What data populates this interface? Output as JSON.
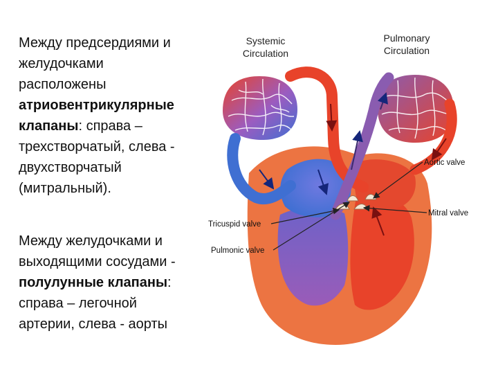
{
  "text": {
    "p1_line1": "Между предсердиями и",
    "p1_line2": "желудочками",
    "p1_line3": "расположены",
    "p1_line4_bold": "атриовентрикулярные",
    "p1_line5_bold": "клапаны",
    "p1_line5_rest": ": справа –",
    "p1_line6": "трехстворчатый, слева -",
    "p1_line7": "двухстворчатый",
    "p1_line8": "(митральный).",
    "p2_line1": "Между желудочками и",
    "p2_line2": "выходящими сосудами -",
    "p2_line3_bold": "полулунные клапаны",
    "p2_line3_rest": ":",
    "p2_line4": "справа – легочной",
    "p2_line5": "артерии, слева - аорты"
  },
  "diagram": {
    "systemic_line1": "Systemic",
    "systemic_line2": "Circulation",
    "pulmonary_line1": "Pulmonary",
    "pulmonary_line2": "Circulation",
    "aortic_valve": "Aortic valve",
    "mitral_valve": "Mitral valve",
    "tricuspid_valve": "Tricuspid valve",
    "pulmonic_valve": "Pulmonic valve"
  },
  "colors": {
    "oxygenated": "#e8432a",
    "deoxygenated": "#3f6fd2",
    "mixed": "#8a5cb0",
    "muscle": "#ec7442"
  }
}
